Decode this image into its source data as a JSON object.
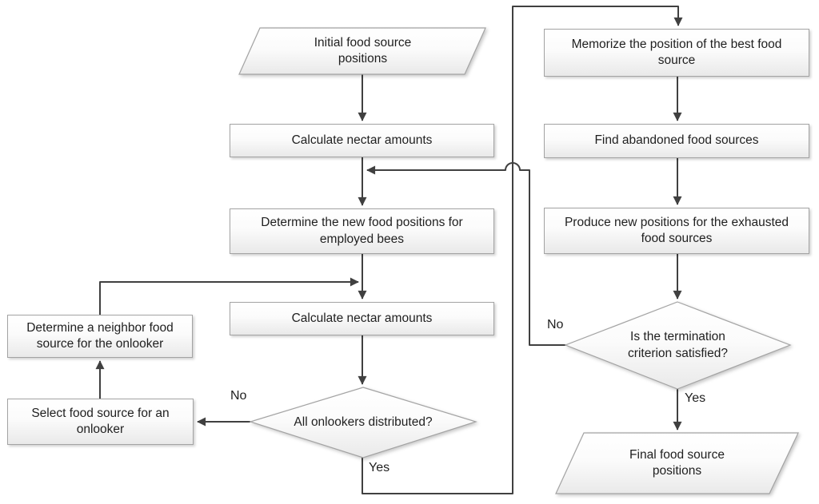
{
  "diagram_type": "flowchart",
  "colors": {
    "connector": "#404040",
    "node_border": "#a3a3a3",
    "node_fill_top": "#ffffff",
    "node_fill_bottom": "#e9e9e9",
    "text": "#1f1f1f",
    "background": "#ffffff"
  },
  "nodes": {
    "initial_food": {
      "shape": "parallelogram",
      "label": "Initial food source\npositions"
    },
    "calc_nectar_1": {
      "shape": "rectangle",
      "label": "Calculate nectar amounts"
    },
    "determine_new_positions": {
      "shape": "rectangle",
      "label": "Determine the new food positions for\nemployed bees"
    },
    "calc_nectar_2": {
      "shape": "rectangle",
      "label": "Calculate nectar amounts"
    },
    "onlookers_distributed": {
      "shape": "diamond",
      "label": "All onlookers distributed?"
    },
    "neighbor_source": {
      "shape": "rectangle",
      "label": "Determine a neighbor food\nsource for the onlooker"
    },
    "select_source": {
      "shape": "rectangle",
      "label": "Select food source for an\nonlooker"
    },
    "memorize_best": {
      "shape": "rectangle",
      "label": "Memorize the position of the best food\nsource"
    },
    "find_abandoned": {
      "shape": "rectangle",
      "label": "Find abandoned food sources"
    },
    "produce_new": {
      "shape": "rectangle",
      "label": "Produce new positions for the exhausted\nfood sources"
    },
    "termination": {
      "shape": "diamond",
      "label": "Is the termination\ncriterion satisfied?"
    },
    "final_food": {
      "shape": "parallelogram",
      "label": "Final food source\npositions"
    }
  },
  "edges": [
    {
      "from": "initial_food",
      "to": "calc_nectar_1",
      "label": ""
    },
    {
      "from": "calc_nectar_1",
      "to": "determine_new_positions",
      "label": ""
    },
    {
      "from": "determine_new_positions",
      "to": "calc_nectar_2",
      "label": ""
    },
    {
      "from": "calc_nectar_2",
      "to": "onlookers_distributed",
      "label": ""
    },
    {
      "from": "onlookers_distributed",
      "to": "select_source",
      "label": "No"
    },
    {
      "from": "select_source",
      "to": "neighbor_source",
      "label": ""
    },
    {
      "from": "neighbor_source",
      "to": "calc_nectar_2",
      "label": ""
    },
    {
      "from": "onlookers_distributed",
      "to": "memorize_best",
      "label": "Yes"
    },
    {
      "from": "memorize_best",
      "to": "find_abandoned",
      "label": ""
    },
    {
      "from": "find_abandoned",
      "to": "produce_new",
      "label": ""
    },
    {
      "from": "produce_new",
      "to": "termination",
      "label": ""
    },
    {
      "from": "termination",
      "to": "determine_new_positions",
      "label": "No"
    },
    {
      "from": "termination",
      "to": "final_food",
      "label": "Yes"
    }
  ]
}
